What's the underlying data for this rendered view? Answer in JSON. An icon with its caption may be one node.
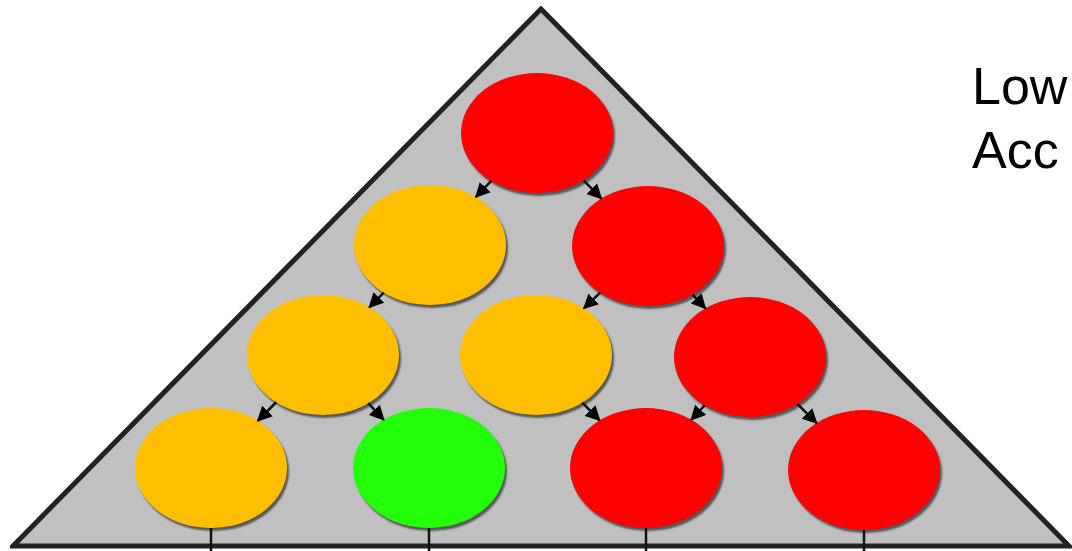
{
  "diagram": {
    "nodes": [
      {
        "text": [],
        "shape": "triangle"
      },
      {
        "text": [],
        "shape": "circle",
        "in": 0
      },
      {
        "text": [],
        "shape": "circle",
        "in": 0
      },
      {
        "text": [],
        "shape": "circle",
        "in": 0
      },
      {
        "text": [],
        "shape": "circle",
        "in": 0
      },
      {
        "text": [],
        "shape": "circle",
        "in": 0
      },
      {
        "text": [],
        "shape": "circle",
        "in": 0
      },
      {
        "text": [],
        "shape": "circle",
        "in": 0
      },
      {
        "text": [],
        "shape": "circle",
        "in": 0
      },
      {
        "text": [],
        "shape": "circle",
        "in": 0
      },
      {
        "text": [],
        "shape": "circle",
        "in": 0
      }
    ],
    "edges": [
      {
        "from": 1,
        "to": 2,
        "arrow": "to"
      },
      {
        "from": 1,
        "to": 3,
        "arrow": "to"
      },
      {
        "from": 2,
        "to": 4,
        "arrow": "to"
      },
      {
        "from": 3,
        "to": 5,
        "arrow": "to"
      },
      {
        "from": 3,
        "to": 6,
        "arrow": "to"
      },
      {
        "from": 4,
        "to": 7,
        "arrow": "to"
      },
      {
        "from": 4,
        "to": 8,
        "arrow": "to"
      },
      {
        "from": 5,
        "to": 9,
        "arrow": "to"
      },
      {
        "from": 6,
        "to": 9,
        "arrow": "to"
      },
      {
        "from": 6,
        "to": 10,
        "arrow": "to"
      },
      {
        "from": 7,
        "to": null,
        "arrow": "none"
      },
      {
        "from": 8,
        "to": null,
        "arrow": "none"
      },
      {
        "from": 9,
        "to": null,
        "arrow": "none"
      },
      {
        "from": 10,
        "to": null,
        "arrow": "none"
      }
    ],
    "labels": [
      "Low",
      "Acc"
    ]
  }
}
